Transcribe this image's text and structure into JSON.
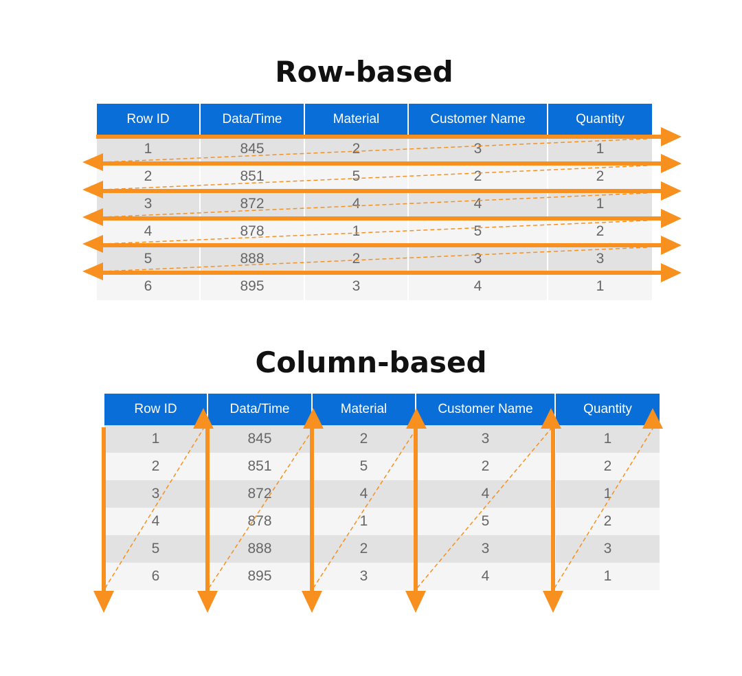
{
  "row_section": {
    "title": "Row-based",
    "headers": [
      "Row ID",
      "Data/Time",
      "Material",
      "Customer Name",
      "Quantity"
    ],
    "rows": [
      [
        "1",
        "845",
        "2",
        "3",
        "1"
      ],
      [
        "2",
        "851",
        "5",
        "2",
        "2"
      ],
      [
        "3",
        "872",
        "4",
        "4",
        "1"
      ],
      [
        "4",
        "878",
        "1",
        "5",
        "2"
      ],
      [
        "5",
        "888",
        "2",
        "3",
        "3"
      ],
      [
        "6",
        "895",
        "3",
        "4",
        "1"
      ]
    ]
  },
  "column_section": {
    "title": "Column-based",
    "headers": [
      "Row ID",
      "Data/Time",
      "Material",
      "Customer Name",
      "Quantity"
    ],
    "rows": [
      [
        "1",
        "845",
        "2",
        "3",
        "1"
      ],
      [
        "2",
        "851",
        "5",
        "2",
        "2"
      ],
      [
        "3",
        "872",
        "4",
        "4",
        "1"
      ],
      [
        "4",
        "878",
        "1",
        "5",
        "2"
      ],
      [
        "5",
        "888",
        "2",
        "3",
        "3"
      ],
      [
        "6",
        "895",
        "3",
        "4",
        "1"
      ]
    ]
  },
  "colors": {
    "header_blue": "#0a6ed8",
    "arrow_orange": "#f7901e",
    "row_shade": "#e2e2e2",
    "row_light": "#f5f5f5"
  }
}
